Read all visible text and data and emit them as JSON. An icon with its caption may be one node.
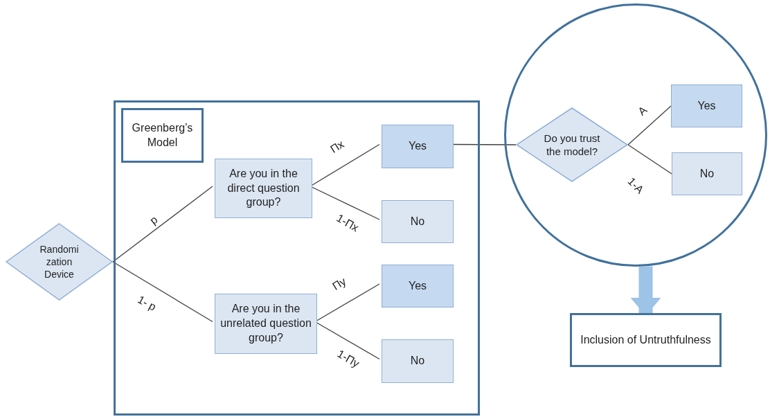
{
  "diagram": {
    "nodes": [
      {
        "text": [
          "Randomi zation Device"
        ]
      },
      {
        "text": [],
        "shape": "box"
      },
      {
        "text": [
          "Greenberg’s Model"
        ],
        "in": 1
      },
      {
        "text": [
          "Are you in the direct question group?"
        ],
        "in": 1
      },
      {
        "text": [
          "Yes"
        ],
        "in": 1
      },
      {
        "text": [
          "No"
        ],
        "in": 1
      },
      {
        "text": [
          "Are you in the unrelated question group?"
        ],
        "in": 1
      },
      {
        "text": [
          "Yes"
        ],
        "in": 1
      },
      {
        "text": [
          "No"
        ],
        "in": 1
      },
      {
        "text": [],
        "shape": "circle"
      },
      {
        "text": [
          "Do you trust the model?"
        ],
        "in": 9
      },
      {
        "text": [
          "Yes"
        ],
        "in": 9
      },
      {
        "text": [
          "No"
        ],
        "in": 9
      },
      {
        "text": [
          "Inclusion of Untruthfulness"
        ]
      }
    ],
    "edges": [
      {
        "from": 0,
        "to": 3,
        "arrow": "none",
        "label": "p"
      },
      {
        "from": 0,
        "to": 6,
        "arrow": "none",
        "label": "1- p"
      },
      {
        "from": 3,
        "to": 4,
        "arrow": "none",
        "label": "Πx"
      },
      {
        "from": 3,
        "to": 5,
        "arrow": "none",
        "label": "1-Πx"
      },
      {
        "from": 6,
        "to": 7,
        "arrow": "none",
        "label": "Πy"
      },
      {
        "from": 6,
        "to": 8,
        "arrow": "none",
        "label": "1-Πy"
      },
      {
        "from": 4,
        "to": 10,
        "arrow": "none"
      },
      {
        "from": 10,
        "to": 11,
        "arrow": "none",
        "label": "A"
      },
      {
        "from": 10,
        "to": 12,
        "arrow": "none",
        "label": "1-A"
      },
      {
        "from": 9,
        "to": 13,
        "arrow": "to",
        "style": "thick",
        "color": "#9dc3e6"
      }
    ]
  }
}
